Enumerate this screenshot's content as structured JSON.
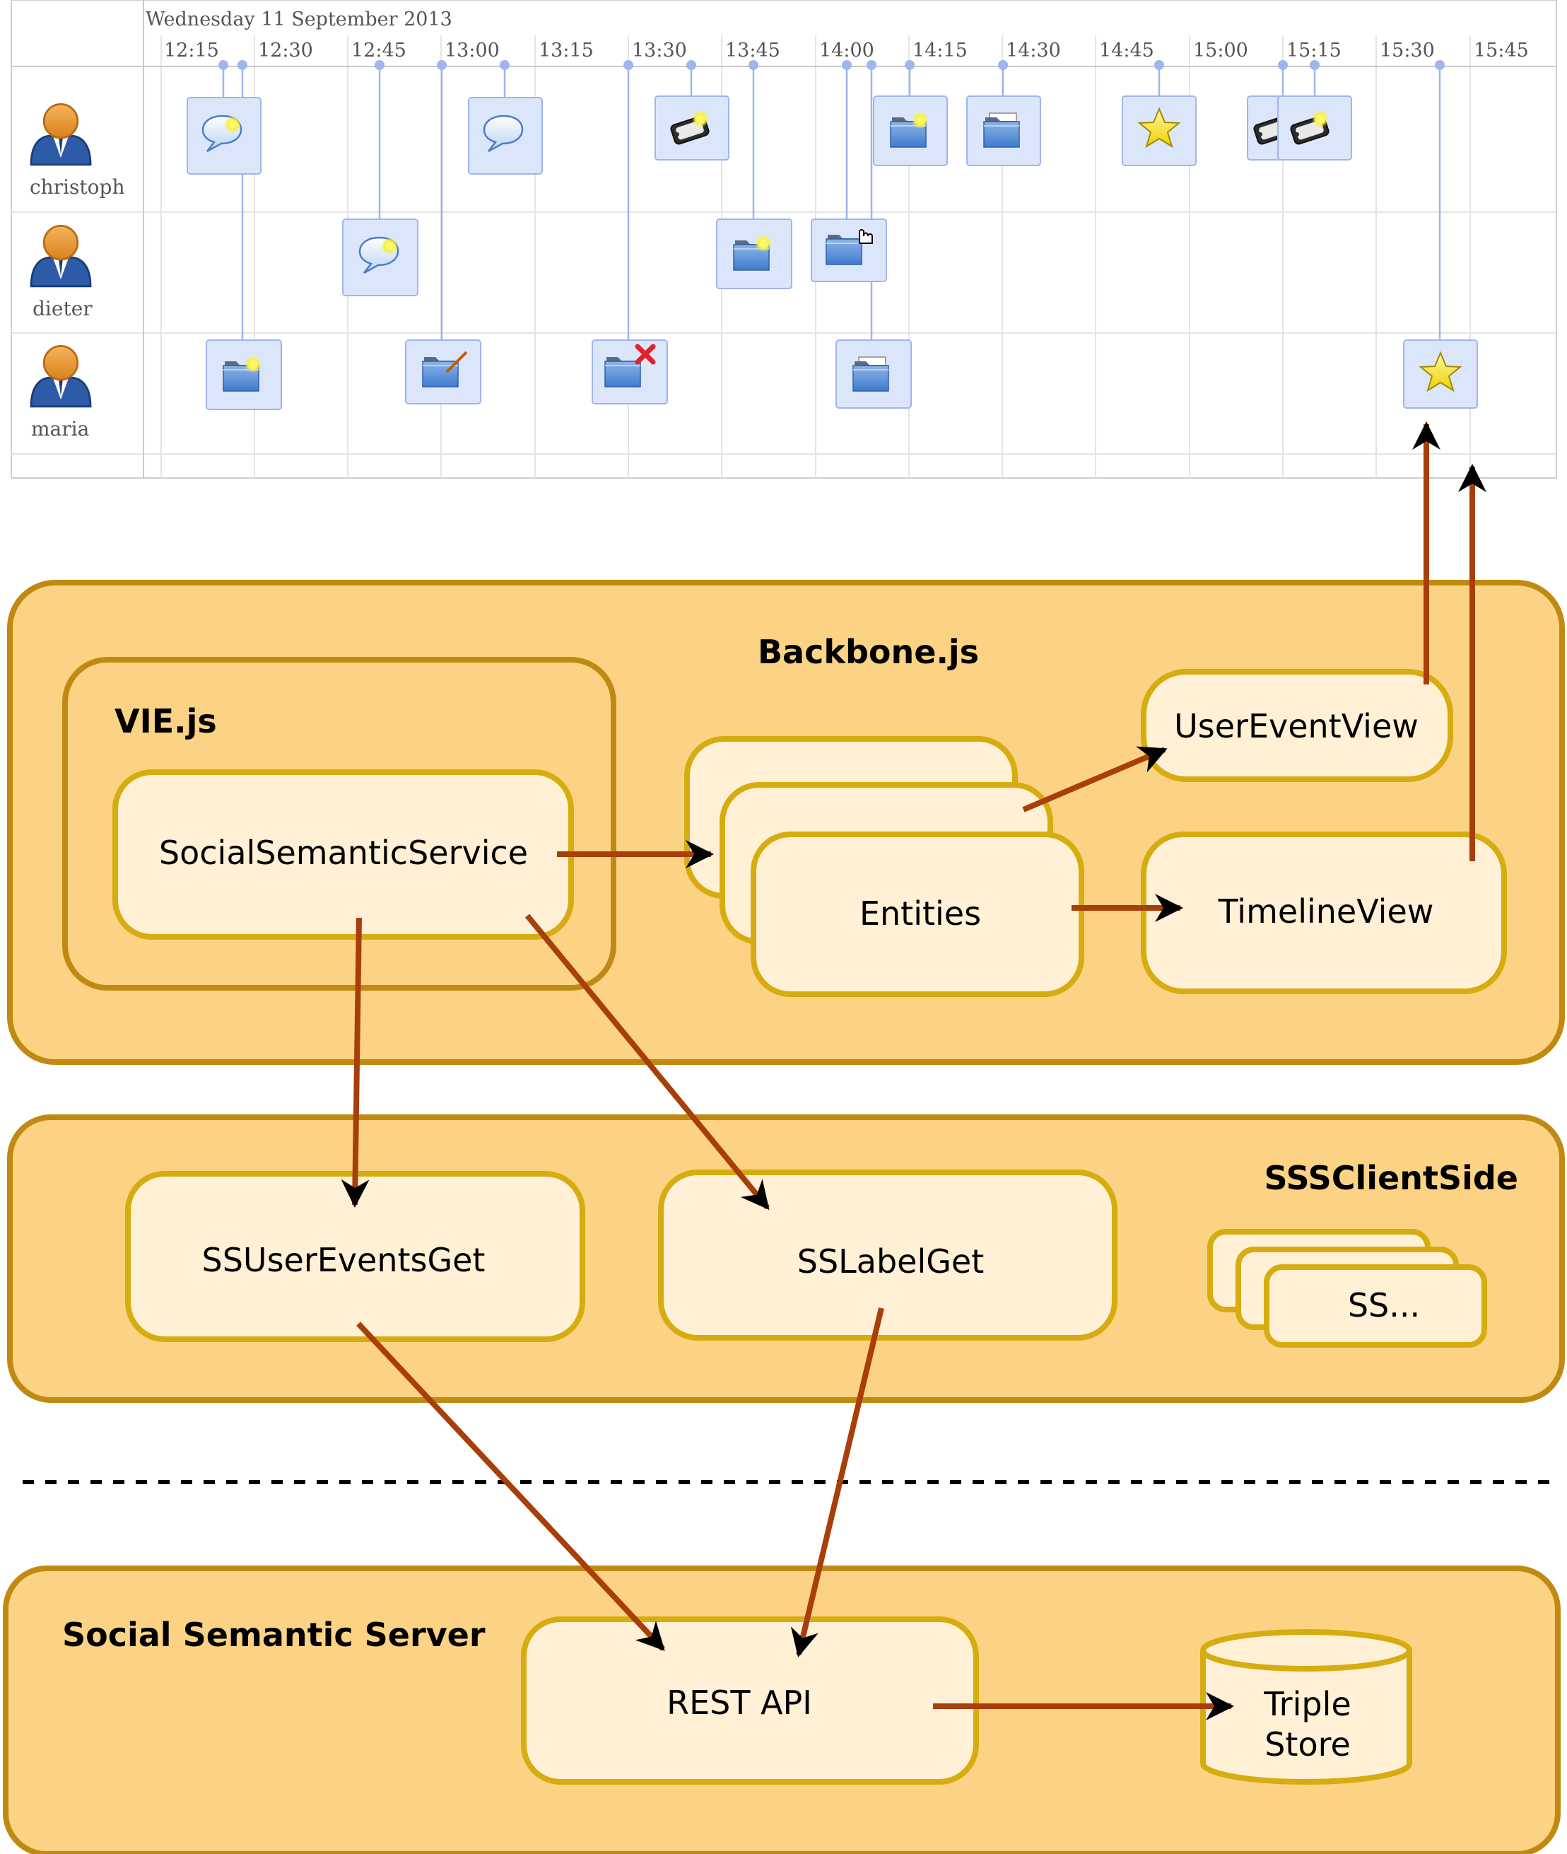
{
  "timeline": {
    "date": "Wednesday 11 September 2013",
    "times": [
      "12:15",
      "12:30",
      "12:45",
      "13:00",
      "13:15",
      "13:30",
      "13:45",
      "14:00",
      "14:15",
      "14:30",
      "14:45",
      "15:00",
      "15:15",
      "15:30",
      "15:45"
    ],
    "users": [
      "christoph",
      "dieter",
      "maria"
    ],
    "events": [
      {
        "user": "christoph",
        "icon": "comment-new-icon"
      },
      {
        "user": "christoph",
        "icon": "comment-icon"
      },
      {
        "user": "christoph",
        "icon": "tag-new-icon"
      },
      {
        "user": "christoph",
        "icon": "folder-new-icon"
      },
      {
        "user": "christoph",
        "icon": "folder-open-icon"
      },
      {
        "user": "christoph",
        "icon": "star-icon"
      },
      {
        "user": "christoph",
        "icon": "tag-stack-icon"
      },
      {
        "user": "dieter",
        "icon": "comment-new-icon"
      },
      {
        "user": "dieter",
        "icon": "folder-new-icon"
      },
      {
        "user": "dieter",
        "icon": "folder-hand-icon"
      },
      {
        "user": "maria",
        "icon": "folder-new-icon"
      },
      {
        "user": "maria",
        "icon": "folder-edit-icon"
      },
      {
        "user": "maria",
        "icon": "folder-delete-icon"
      },
      {
        "user": "maria",
        "icon": "folder-open-icon"
      },
      {
        "user": "maria",
        "icon": "star-icon"
      }
    ]
  },
  "diagram": {
    "backbone": "Backbone.js",
    "vie": "VIE.js",
    "social_semantic_service": "SocialSemanticService",
    "entities": "Entities",
    "user_event_view": "UserEventView",
    "timeline_view": "TimelineView",
    "sss_client_side": "SSSClientSide",
    "ss_user_events_get": "SSUserEventsGet",
    "ss_label_get": "SSLabelGet",
    "ss_more": "SS...",
    "server": "Social Semantic Server",
    "rest_api": "REST API",
    "triple_store_line1": "Triple",
    "triple_store_line2": "Store"
  },
  "colors": {
    "outer_fill": "#fcd384",
    "outer_stroke": "#c08a12",
    "inner_fill": "#fff0d6",
    "inner_stroke": "#d6ac10",
    "arrow": "#a83e0a",
    "timeline_line": "#9fb5ee"
  }
}
